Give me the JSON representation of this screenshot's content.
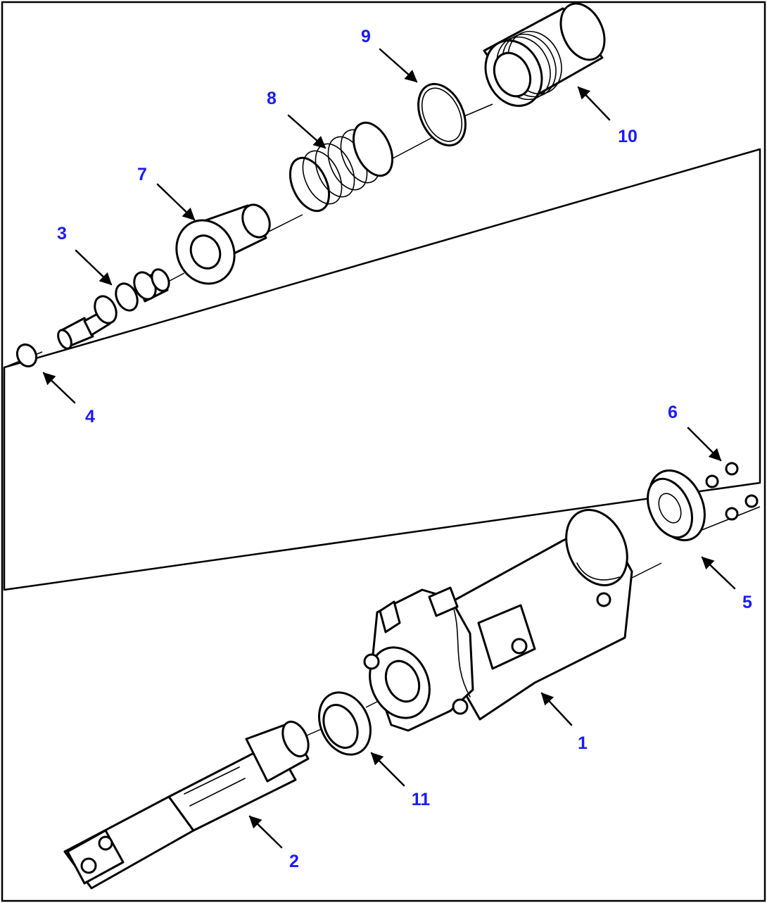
{
  "diagram": {
    "type": "exploded-parts-view",
    "label_color": "#1a1aff",
    "line_color": "#000000",
    "background": "#ffffff",
    "callouts": [
      {
        "id": "1",
        "text": "1"
      },
      {
        "id": "2",
        "text": "2"
      },
      {
        "id": "3",
        "text": "3"
      },
      {
        "id": "4",
        "text": "4"
      },
      {
        "id": "5",
        "text": "5"
      },
      {
        "id": "6",
        "text": "6"
      },
      {
        "id": "7",
        "text": "7"
      },
      {
        "id": "8",
        "text": "8"
      },
      {
        "id": "9",
        "text": "9"
      },
      {
        "id": "10",
        "text": "10"
      },
      {
        "id": "11",
        "text": "11"
      }
    ]
  }
}
